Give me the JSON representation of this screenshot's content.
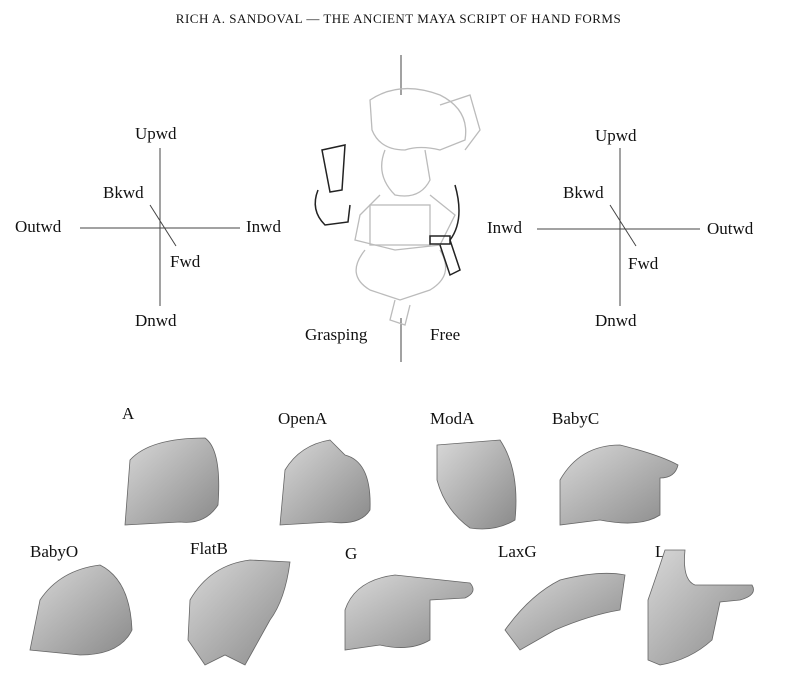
{
  "header": "RICH A. SANDOVAL — THE ANCIENT MAYA SCRIPT OF HAND FORMS",
  "left_axes": {
    "up": "Upwd",
    "back": "Bkwd",
    "out": "Outwd",
    "in": "Inwd",
    "fwd": "Fwd",
    "down": "Dnwd"
  },
  "right_axes": {
    "up": "Upwd",
    "back": "Bkwd",
    "in": "Inwd",
    "out": "Outwd",
    "fwd": "Fwd",
    "down": "Dnwd"
  },
  "center": {
    "grasping": "Grasping",
    "free": "Free"
  },
  "hand_forms": [
    "A",
    "OpenA",
    "ModA",
    "BabyC",
    "BabyO",
    "FlatB",
    "G",
    "LaxG",
    "L"
  ]
}
